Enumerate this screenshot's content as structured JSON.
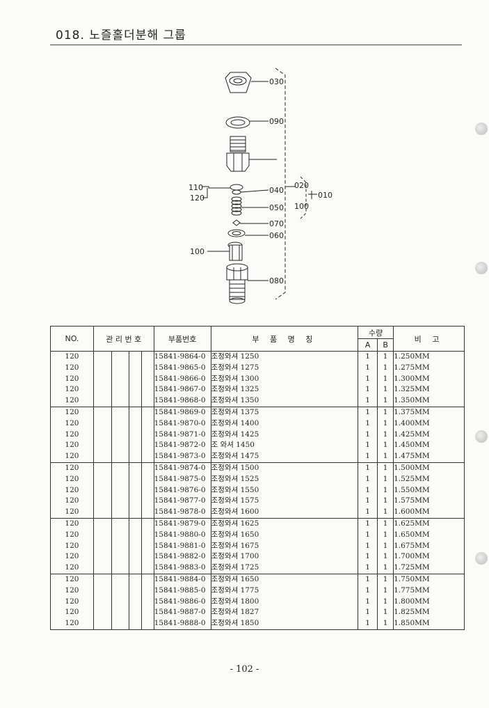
{
  "header": {
    "title": "018. 노즐홀더분해 그룹"
  },
  "diagram": {
    "callouts": [
      "030",
      "090",
      "110",
      "120",
      "040",
      "020",
      "010",
      "050",
      "100",
      "070",
      "060",
      "100",
      "080"
    ]
  },
  "table": {
    "headers": {
      "no": "NO.",
      "mgmt": "관 리 번 호",
      "part_no": "부품번호",
      "part_name": "부 품 명 칭",
      "qty": "수량",
      "qty_a": "A",
      "qty_b": "B",
      "remarks": "비 고"
    },
    "groups": [
      [
        {
          "no": "120",
          "part": "15841-9864-0",
          "name": "조정와셔 1250",
          "a": "1",
          "b": "1",
          "remark": "1.250MM"
        },
        {
          "no": "120",
          "part": "15841-9865-0",
          "name": "조정와셔 1275",
          "a": "1",
          "b": "1",
          "remark": "1.275MM"
        },
        {
          "no": "120",
          "part": "15841-9866-0",
          "name": "조정와셔 1300",
          "a": "1",
          "b": "1",
          "remark": "1.300MM"
        },
        {
          "no": "120",
          "part": "15841-9867-0",
          "name": "조정와셔 1325",
          "a": "1",
          "b": "1",
          "remark": "1.325MM"
        },
        {
          "no": "120",
          "part": "15841-9868-0",
          "name": "조정와셔 1350",
          "a": "1",
          "b": "1",
          "remark": "1.350MM"
        }
      ],
      [
        {
          "no": "120",
          "part": "15841-9869-0",
          "name": "조정와셔 1375",
          "a": "1",
          "b": "1",
          "remark": "1.375MM"
        },
        {
          "no": "120",
          "part": "15841-9870-0",
          "name": "조정와셔 1400",
          "a": "1",
          "b": "1",
          "remark": "1.400MM"
        },
        {
          "no": "120",
          "part": "15841-9871-0",
          "name": "조정와셔 1425",
          "a": "1",
          "b": "1",
          "remark": "1.425MM"
        },
        {
          "no": "120",
          "part": "15841-9872-0",
          "name": "조 와셔 1450",
          "a": "1",
          "b": "1",
          "remark": "1.450MM"
        },
        {
          "no": "120",
          "part": "15841-9873-0",
          "name": "조정와셔 1475",
          "a": "1",
          "b": "1",
          "remark": "1.475MM"
        }
      ],
      [
        {
          "no": "120",
          "part": "15841-9874-0",
          "name": "조정와셔 1500",
          "a": "1",
          "b": "1",
          "remark": "1.500MM"
        },
        {
          "no": "120",
          "part": "15841-9875-0",
          "name": "조정와셔 1525",
          "a": "1",
          "b": "1",
          "remark": "1.525MM"
        },
        {
          "no": "120",
          "part": "15841-9876-0",
          "name": "조정와셔 1550",
          "a": "1",
          "b": "1",
          "remark": "1.550MM"
        },
        {
          "no": "120",
          "part": "15841-9877-0",
          "name": "조정와셔 1575",
          "a": "1",
          "b": "1",
          "remark": "1.575MM"
        },
        {
          "no": "120",
          "part": "15841-9878-0",
          "name": "조정와셔 1600",
          "a": "1",
          "b": "1",
          "remark": "1.600MM"
        }
      ],
      [
        {
          "no": "120",
          "part": "15841-9879-0",
          "name": "조정와셔 1625",
          "a": "1",
          "b": "1",
          "remark": "1.625MM"
        },
        {
          "no": "120",
          "part": "15841-9880-0",
          "name": "조정와셔 1650",
          "a": "1",
          "b": "1",
          "remark": "1.650MM"
        },
        {
          "no": "120",
          "part": "15841-9881-0",
          "name": "조정와셔 1675",
          "a": "1",
          "b": "1",
          "remark": "1.675MM"
        },
        {
          "no": "120",
          "part": "15841-9882-0",
          "name": "조정와셔 1700",
          "a": "1",
          "b": "1",
          "remark": "1.700MM"
        },
        {
          "no": "120",
          "part": "15841-9883-0",
          "name": "조정와셔 1725",
          "a": "1",
          "b": "1",
          "remark": "1.725MM"
        }
      ],
      [
        {
          "no": "120",
          "part": "15841-9884-0",
          "name": "조정와셔 1650",
          "a": "1",
          "b": "1",
          "remark": "1.750MM"
        },
        {
          "no": "120",
          "part": "15841-9885-0",
          "name": "조정와셔 1775",
          "a": "1",
          "b": "1",
          "remark": "1.775MM"
        },
        {
          "no": "120",
          "part": "15841-9886-0",
          "name": "조정와셔 1800",
          "a": "1",
          "b": "1",
          "remark": "1.800MM"
        },
        {
          "no": "120",
          "part": "15841-9887-0",
          "name": "조정와셔 1827",
          "a": "1",
          "b": "1",
          "remark": "1.825MM"
        },
        {
          "no": "120",
          "part": "15841-9888-0",
          "name": "조정와셔 1850",
          "a": "1",
          "b": "1",
          "remark": "1.850MM"
        }
      ]
    ]
  },
  "footer": {
    "page": "- 102 -"
  }
}
